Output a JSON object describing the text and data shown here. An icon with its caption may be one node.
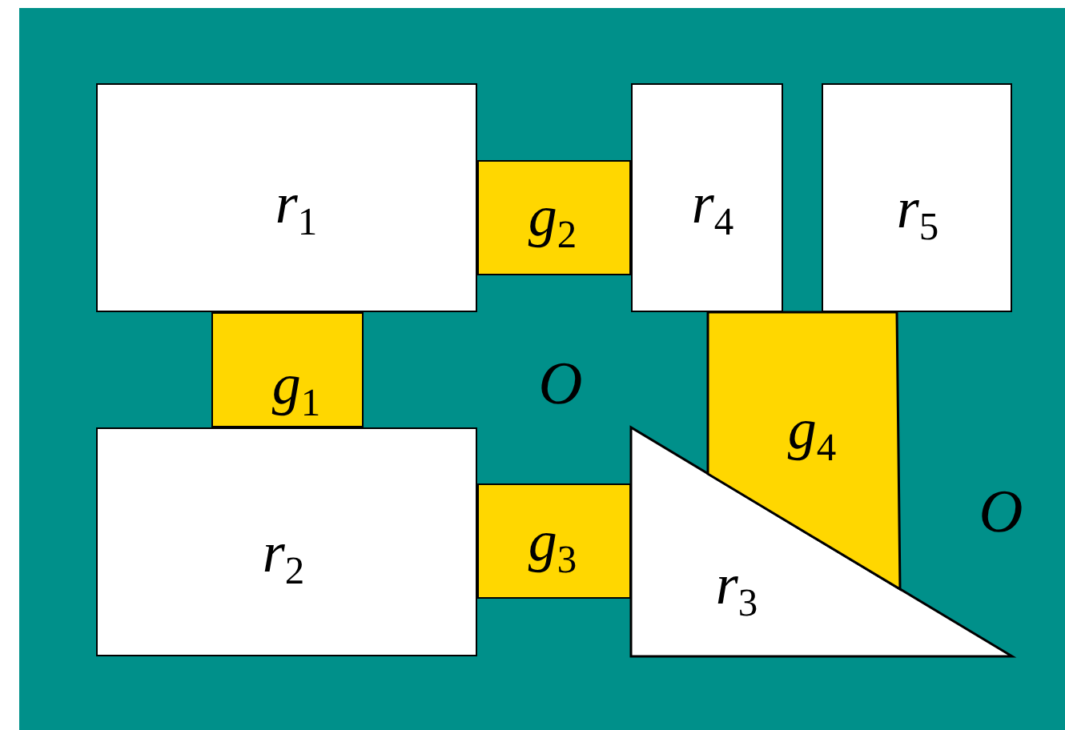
{
  "diagram": {
    "nodes": [
      {
        "text": [
          "r$_{1}$"
        ]
      },
      {
        "text": [
          "g$_{2}$"
        ]
      },
      {
        "text": [
          "r$_{4}$"
        ]
      },
      {
        "text": [
          "r$_{5}$"
        ]
      },
      {
        "text": [
          "g$_{1}$"
        ]
      },
      {
        "text": [
          "g$_{4}$"
        ]
      },
      {
        "text": [
          "r$_{2}$"
        ]
      },
      {
        "text": [
          "g$_{3}$"
        ]
      },
      {
        "text": [
          "r$_{3}$"
        ]
      }
    ],
    "labels": [
      "O",
      "O"
    ]
  }
}
